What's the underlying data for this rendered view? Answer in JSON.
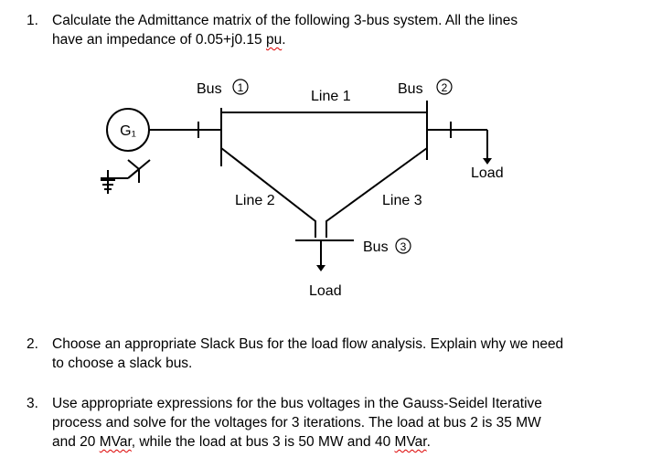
{
  "questions": [
    {
      "number": "1.",
      "line1": "Calculate the Admittance matrix of the following 3-bus system. All the lines",
      "line2_before": "have an impedance of 0.05+j0.15 ",
      "line2_flag": "pu",
      "line2_after": "."
    },
    {
      "number": "2.",
      "line1": "Choose an appropriate Slack Bus for the load flow analysis. Explain why we need",
      "line2": "to choose a slack bus."
    },
    {
      "number": "3.",
      "line1": "Use appropriate expressions for the bus voltages in the Gauss-Seidel Iterative",
      "line2": "process and solve for the voltages for 3 iterations. The load at bus 2 is 35 MW",
      "line3_a": "and 20 ",
      "line3_flag1": "MVar",
      "line3_b": ", while the load at bus 3 is 50 MW and 40 ",
      "line3_flag2": "MVar",
      "line3_c": "."
    }
  ],
  "diagram": {
    "generator": "G₁",
    "bus1": "Bus",
    "bus1_num": "1",
    "bus2": "Bus",
    "bus2_num": "2",
    "bus3": "Bus",
    "bus3_num": "3",
    "line1": "Line 1",
    "line2": "Line 2",
    "line3": "Line 3",
    "load_bus2": "Load",
    "load_bus3": "Load"
  }
}
